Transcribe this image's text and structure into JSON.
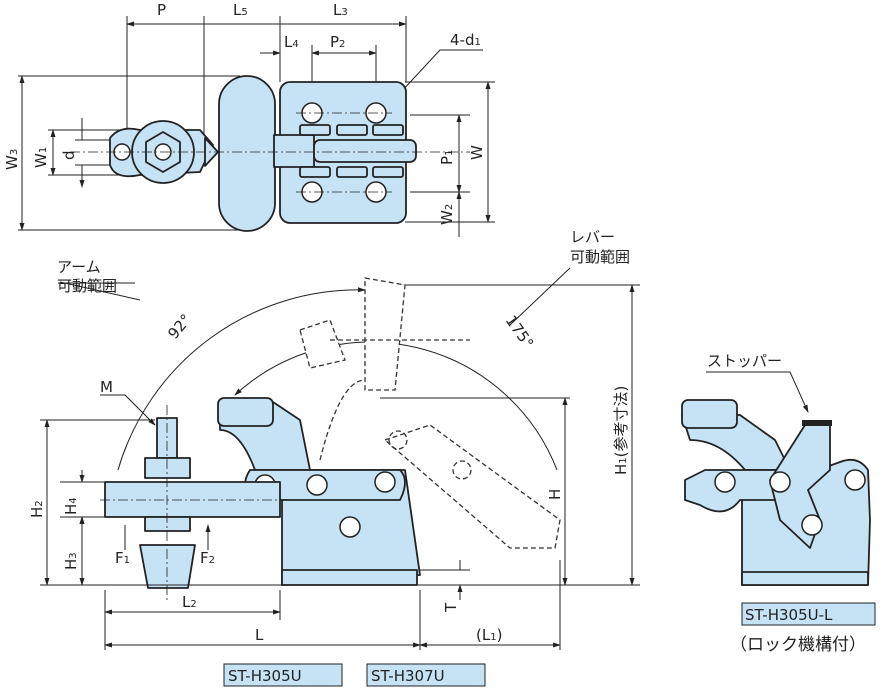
{
  "colors": {
    "part_fill": "#c6e2f5",
    "line": "#222222"
  },
  "top_view": {
    "dims": {
      "P": {
        "main": "P",
        "sub": ""
      },
      "L5": {
        "main": "L",
        "sub": "5"
      },
      "L3": {
        "main": "L",
        "sub": "3"
      },
      "L4": {
        "main": "L",
        "sub": "4"
      },
      "P2": {
        "main": "P",
        "sub": "2"
      },
      "holes": {
        "main": "4-d",
        "sub": "1"
      },
      "W3": {
        "main": "W",
        "sub": "3"
      },
      "W1": {
        "main": "W",
        "sub": "1"
      },
      "d": {
        "main": "d",
        "sub": ""
      },
      "P1": {
        "main": "P",
        "sub": "1"
      },
      "W": {
        "main": "W",
        "sub": ""
      },
      "W2": {
        "main": "W",
        "sub": "2"
      }
    }
  },
  "side_view": {
    "arm_range": [
      "アーム",
      "可動範囲"
    ],
    "arm_angle": "92°",
    "lever_range": [
      "レバー",
      "可動範囲"
    ],
    "lever_angle": "175°",
    "dims": {
      "M": {
        "main": "M",
        "sub": ""
      },
      "H2": {
        "main": "H",
        "sub": "2"
      },
      "H4": {
        "main": "H",
        "sub": "4"
      },
      "H3": {
        "main": "H",
        "sub": "3"
      },
      "F1": {
        "main": "F",
        "sub": "1"
      },
      "F2": {
        "main": "F",
        "sub": "2"
      },
      "H": {
        "main": "H",
        "sub": ""
      },
      "H1": {
        "main": "H",
        "sub": "1",
        "note": "(参考寸法)"
      },
      "T": {
        "main": "T",
        "sub": ""
      },
      "L2": {
        "main": "L",
        "sub": "2"
      },
      "L": {
        "main": "L",
        "sub": ""
      },
      "L1": {
        "main": "(L",
        "sub": "1",
        "close": ")"
      }
    },
    "models": [
      "ST-H305U",
      "ST-H307U"
    ]
  },
  "lock_view": {
    "stopper": "ストッパー",
    "model": "ST-H305U-L",
    "caption": "（ロック機構付）"
  }
}
